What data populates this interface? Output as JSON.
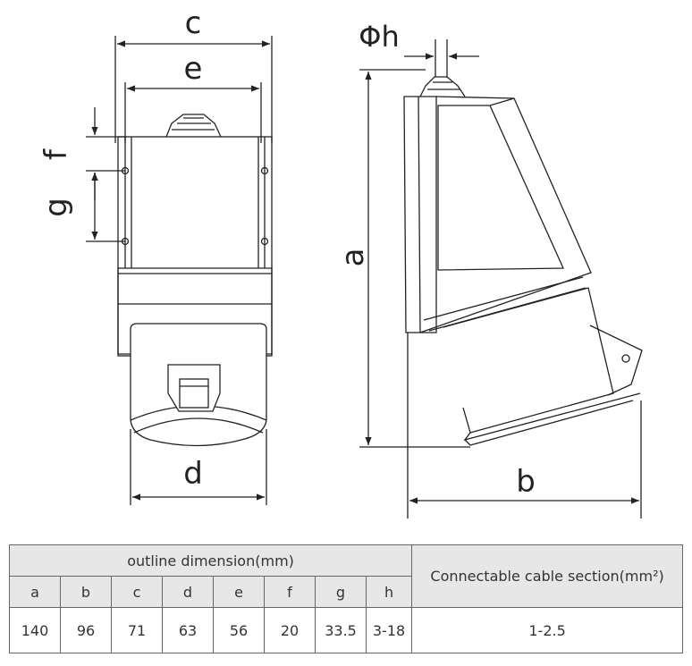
{
  "drawing": {
    "labels": {
      "a": "a",
      "b": "b",
      "c": "c",
      "d": "d",
      "e": "e",
      "f": "f",
      "g": "g",
      "h": "Φh"
    }
  },
  "table": {
    "group_header": "outline dimension(mm)",
    "cable_header": "Connectable cable section(mm²)",
    "columns": [
      "a",
      "b",
      "c",
      "d",
      "e",
      "f",
      "g",
      "h"
    ],
    "values": [
      "140",
      "96",
      "71",
      "63",
      "56",
      "20",
      "33.5",
      "3-18"
    ],
    "cable_value": "1-2.5"
  }
}
